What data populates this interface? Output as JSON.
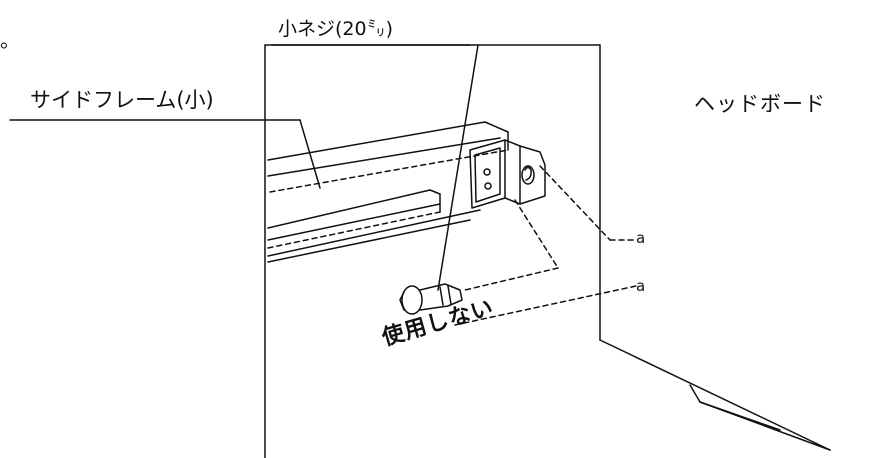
{
  "labels": {
    "leading_period": "。",
    "small_screw": "小ネジ(20㍉)",
    "side_frame": "サイドフレーム(小)",
    "headboard": "ヘッドボード",
    "hole_marker_1": "a",
    "hole_marker_2": "a",
    "not_used": "使用しない"
  },
  "colors": {
    "line": "#111111",
    "background": "#ffffff"
  }
}
